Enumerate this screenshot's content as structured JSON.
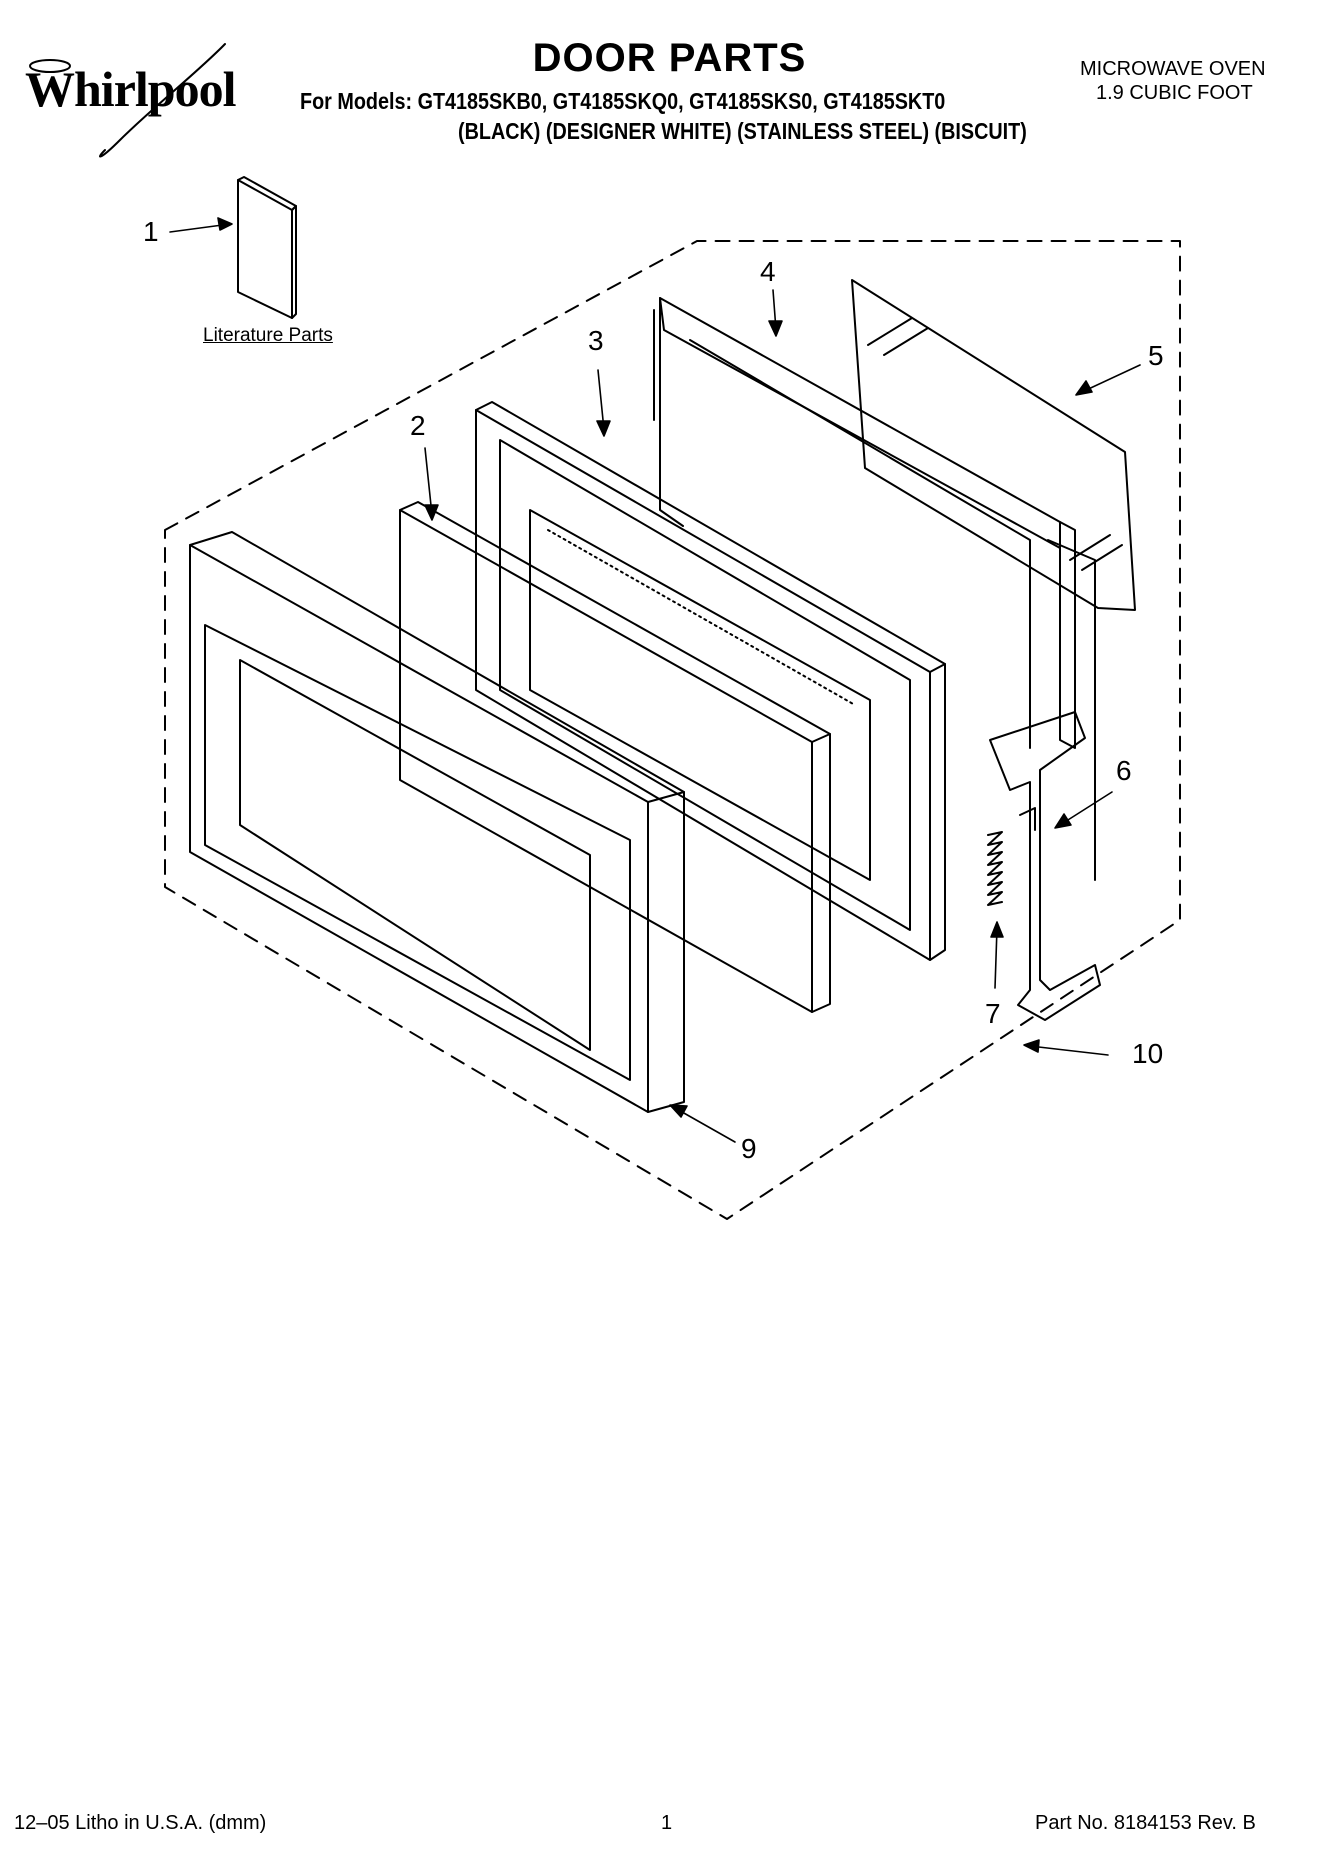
{
  "header": {
    "brand": "Whirlpool",
    "title": "DOOR PARTS",
    "models_line": "For Models: GT4185SKB0, GT4185SKQ0, GT4185SKS0, GT4185SKT0",
    "colors_line": "(BLACK) (DESIGNER WHITE) (STAINLESS STEEL) (BISCUIT)",
    "product_type": "MICROWAVE OVEN",
    "product_size": "1.9 CUBIC FOOT"
  },
  "diagram": {
    "literature_label": "Literature Parts",
    "callouts": [
      "1",
      "2",
      "3",
      "4",
      "5",
      "6",
      "7",
      "9",
      "10"
    ]
  },
  "footer": {
    "left": "12–05 Litho in U.S.A. (dmm)",
    "center": "1",
    "right": "Part No. 8184153 Rev. B"
  }
}
